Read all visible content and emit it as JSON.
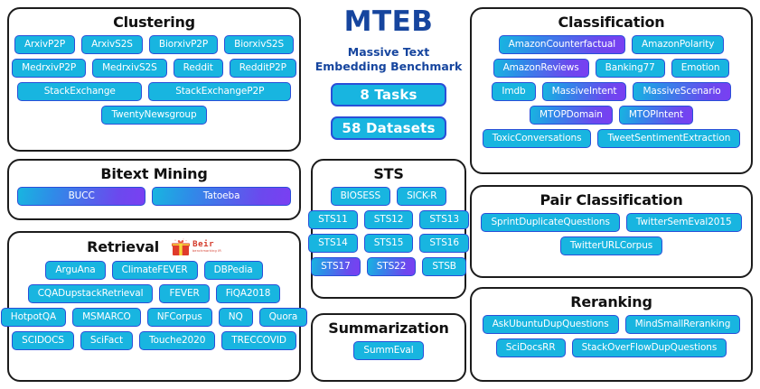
{
  "brand": {
    "logo": "MTEB",
    "subtitle_line1": "Massive Text",
    "subtitle_line2": "Embedding Benchmark",
    "tasks_stat": "8 Tasks",
    "datasets_stat": "58 Datasets",
    "logo_color": "#16459e",
    "chip_color": "#18b5e0",
    "chip_border_color": "#2a4fd8",
    "multilingual_gradient_end": "#7a3ff2"
  },
  "beir": {
    "name": "Beir",
    "tagline": "benchmarking IR",
    "color": "#d43a2a"
  },
  "panels": {
    "clustering": {
      "title": "Clustering",
      "rows": [
        [
          {
            "label": "ArxivP2P"
          },
          {
            "label": "ArxivS2S"
          },
          {
            "label": "BiorxivP2P"
          },
          {
            "label": "BiorxivS2S"
          }
        ],
        [
          {
            "label": "MedrxivP2P"
          },
          {
            "label": "MedrxivS2S"
          },
          {
            "label": "Reddit"
          },
          {
            "label": "RedditP2P"
          }
        ],
        [
          {
            "label": "StackExchange",
            "grow": true
          },
          {
            "label": "StackExchangeP2P",
            "grow": true
          }
        ],
        [
          {
            "label": "TwentyNewsgroup"
          }
        ]
      ]
    },
    "bitext_mining": {
      "title": "Bitext Mining",
      "rows": [
        [
          {
            "label": "BUCC",
            "multilingual": true,
            "grow": true
          },
          {
            "label": "Tatoeba",
            "multilingual": true,
            "grow": true
          }
        ]
      ]
    },
    "retrieval": {
      "title": "Retrieval",
      "rows": [
        [
          {
            "label": "ArguAna"
          },
          {
            "label": "ClimateFEVER"
          },
          {
            "label": "DBPedia"
          }
        ],
        [
          {
            "label": "CQADupstackRetrieval"
          },
          {
            "label": "FEVER"
          },
          {
            "label": "FiQA2018"
          }
        ],
        [
          {
            "label": "HotpotQA"
          },
          {
            "label": "MSMARCO"
          },
          {
            "label": "NFCorpus"
          },
          {
            "label": "NQ"
          },
          {
            "label": "Quora"
          }
        ],
        [
          {
            "label": "SCIDOCS"
          },
          {
            "label": "SciFact"
          },
          {
            "label": "Touche2020"
          },
          {
            "label": "TRECCOVID"
          }
        ]
      ]
    },
    "sts": {
      "title": "STS",
      "rows": [
        [
          {
            "label": "BIOSESS"
          },
          {
            "label": "SICK-R"
          }
        ],
        [
          {
            "label": "STS11"
          },
          {
            "label": "STS12"
          },
          {
            "label": "STS13"
          }
        ],
        [
          {
            "label": "STS14"
          },
          {
            "label": "STS15"
          },
          {
            "label": "STS16"
          }
        ],
        [
          {
            "label": "STS17",
            "multilingual": true
          },
          {
            "label": "STS22",
            "multilingual": true
          },
          {
            "label": "STSB"
          }
        ]
      ]
    },
    "summarization": {
      "title": "Summarization",
      "rows": [
        [
          {
            "label": "SummEval"
          }
        ]
      ]
    },
    "classification": {
      "title": "Classification",
      "rows": [
        [
          {
            "label": "AmazonCounterfactual",
            "multilingual": true
          },
          {
            "label": "AmazonPolarity"
          }
        ],
        [
          {
            "label": "AmazonReviews",
            "multilingual": true
          },
          {
            "label": "Banking77"
          },
          {
            "label": "Emotion"
          }
        ],
        [
          {
            "label": "Imdb"
          },
          {
            "label": "MassiveIntent",
            "multilingual": true
          },
          {
            "label": "MassiveScenario",
            "multilingual": true
          }
        ],
        [
          {
            "label": "MTOPDomain",
            "multilingual": true
          },
          {
            "label": "MTOPIntent",
            "multilingual": true
          }
        ],
        [
          {
            "label": "ToxicConversations"
          },
          {
            "label": "TweetSentimentExtraction"
          }
        ]
      ]
    },
    "pair_classification": {
      "title": "Pair Classification",
      "rows": [
        [
          {
            "label": "SprintDuplicateQuestions"
          },
          {
            "label": "TwitterSemEval2015"
          }
        ],
        [
          {
            "label": "TwitterURLCorpus"
          }
        ]
      ]
    },
    "reranking": {
      "title": "Reranking",
      "rows": [
        [
          {
            "label": "AskUbuntuDupQuestions"
          },
          {
            "label": "MindSmallReranking"
          }
        ],
        [
          {
            "label": "SciDocsRR"
          },
          {
            "label": "StackOverFlowDupQuestions"
          }
        ]
      ]
    }
  }
}
